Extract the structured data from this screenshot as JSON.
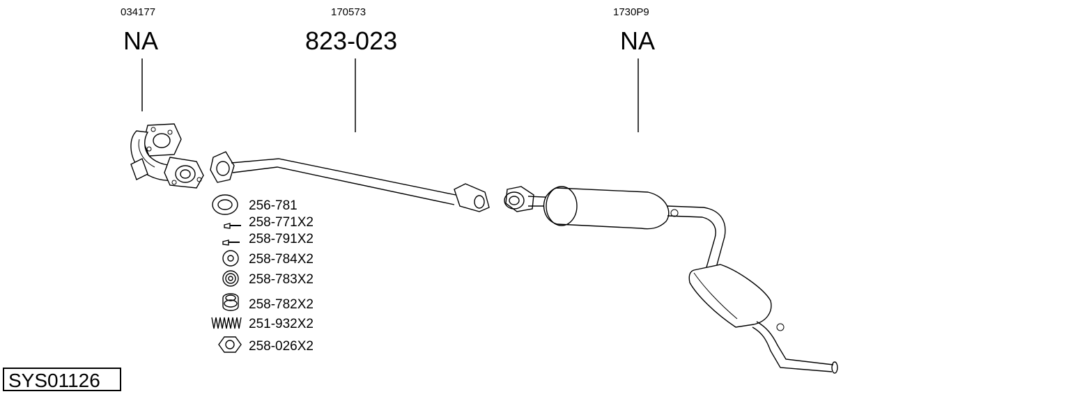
{
  "header_codes": [
    "034177",
    "170573",
    "1730P9"
  ],
  "part_numbers": [
    "NA",
    "823-023",
    "NA"
  ],
  "accessories": [
    {
      "icon": "gasket-ring-icon",
      "label": "256-781"
    },
    {
      "icon": "bolt-icon",
      "label": "258-771X2"
    },
    {
      "icon": "bolt-icon",
      "label": "258-791X2"
    },
    {
      "icon": "washer-icon",
      "label": "258-784X2"
    },
    {
      "icon": "rubber-mount-icon",
      "label": "258-783X2"
    },
    {
      "icon": "rubber-mount-icon",
      "label": "258-782X2"
    },
    {
      "icon": "spring-icon",
      "label": "251-932X2"
    },
    {
      "icon": "hex-nut-icon",
      "label": "258-026X2"
    }
  ],
  "system_id": "SYS01126"
}
